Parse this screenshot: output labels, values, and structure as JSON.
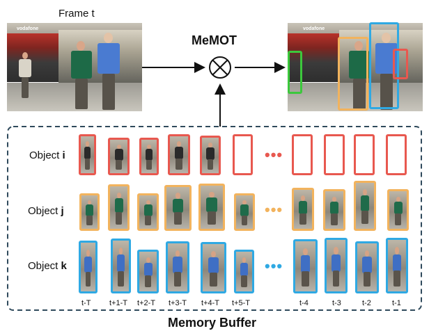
{
  "input_frame_label": "Frame t",
  "title": "MeMOT",
  "operator_symbol": "⊗",
  "memory_title": "Memory Buffer",
  "scene": {
    "left_sign": "vodafone",
    "right_sign": "vodafone"
  },
  "rows": [
    {
      "prefix": "Object ",
      "id": "i",
      "color": "#e8584f",
      "body_color": "#2a2a2a"
    },
    {
      "prefix": "Object ",
      "id": "j",
      "color": "#f2b35d",
      "body_color": "#1f6b4a"
    },
    {
      "prefix": "Object ",
      "id": "k",
      "color": "#2fa9e3",
      "body_color": "#3f6fc4"
    }
  ],
  "ellipsis": "•••",
  "time_labels": [
    "t-T",
    "t+1-T",
    "t+2-T",
    "t+3-T",
    "t+4-T",
    "t+5-T",
    "t-4",
    "t-3",
    "t-2",
    "t-1"
  ],
  "colors": {
    "red": "#e8584f",
    "orange": "#f2b35d",
    "blue": "#2fa9e3",
    "green": "#3cc83c",
    "dash": "#2f4a5c",
    "arrow": "#111111"
  }
}
